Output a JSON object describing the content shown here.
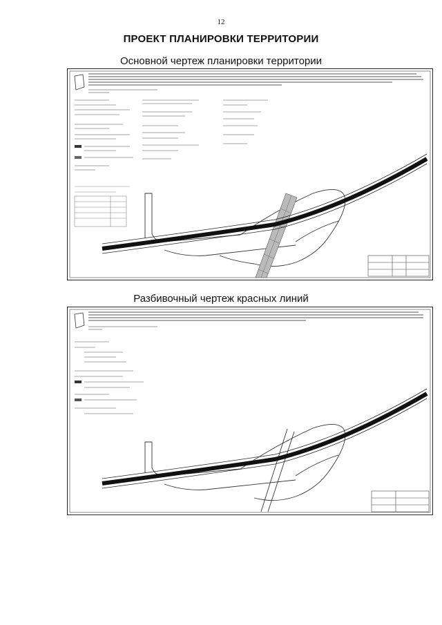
{
  "page": {
    "number": "12",
    "title": "ПРОЕКТ ПЛАНИРОВКИ ТЕРРИТОРИИ"
  },
  "drawings": [
    {
      "caption": "Основной чертеж планировки территории"
    },
    {
      "caption": "Разбивочный чертеж красных линий"
    }
  ]
}
